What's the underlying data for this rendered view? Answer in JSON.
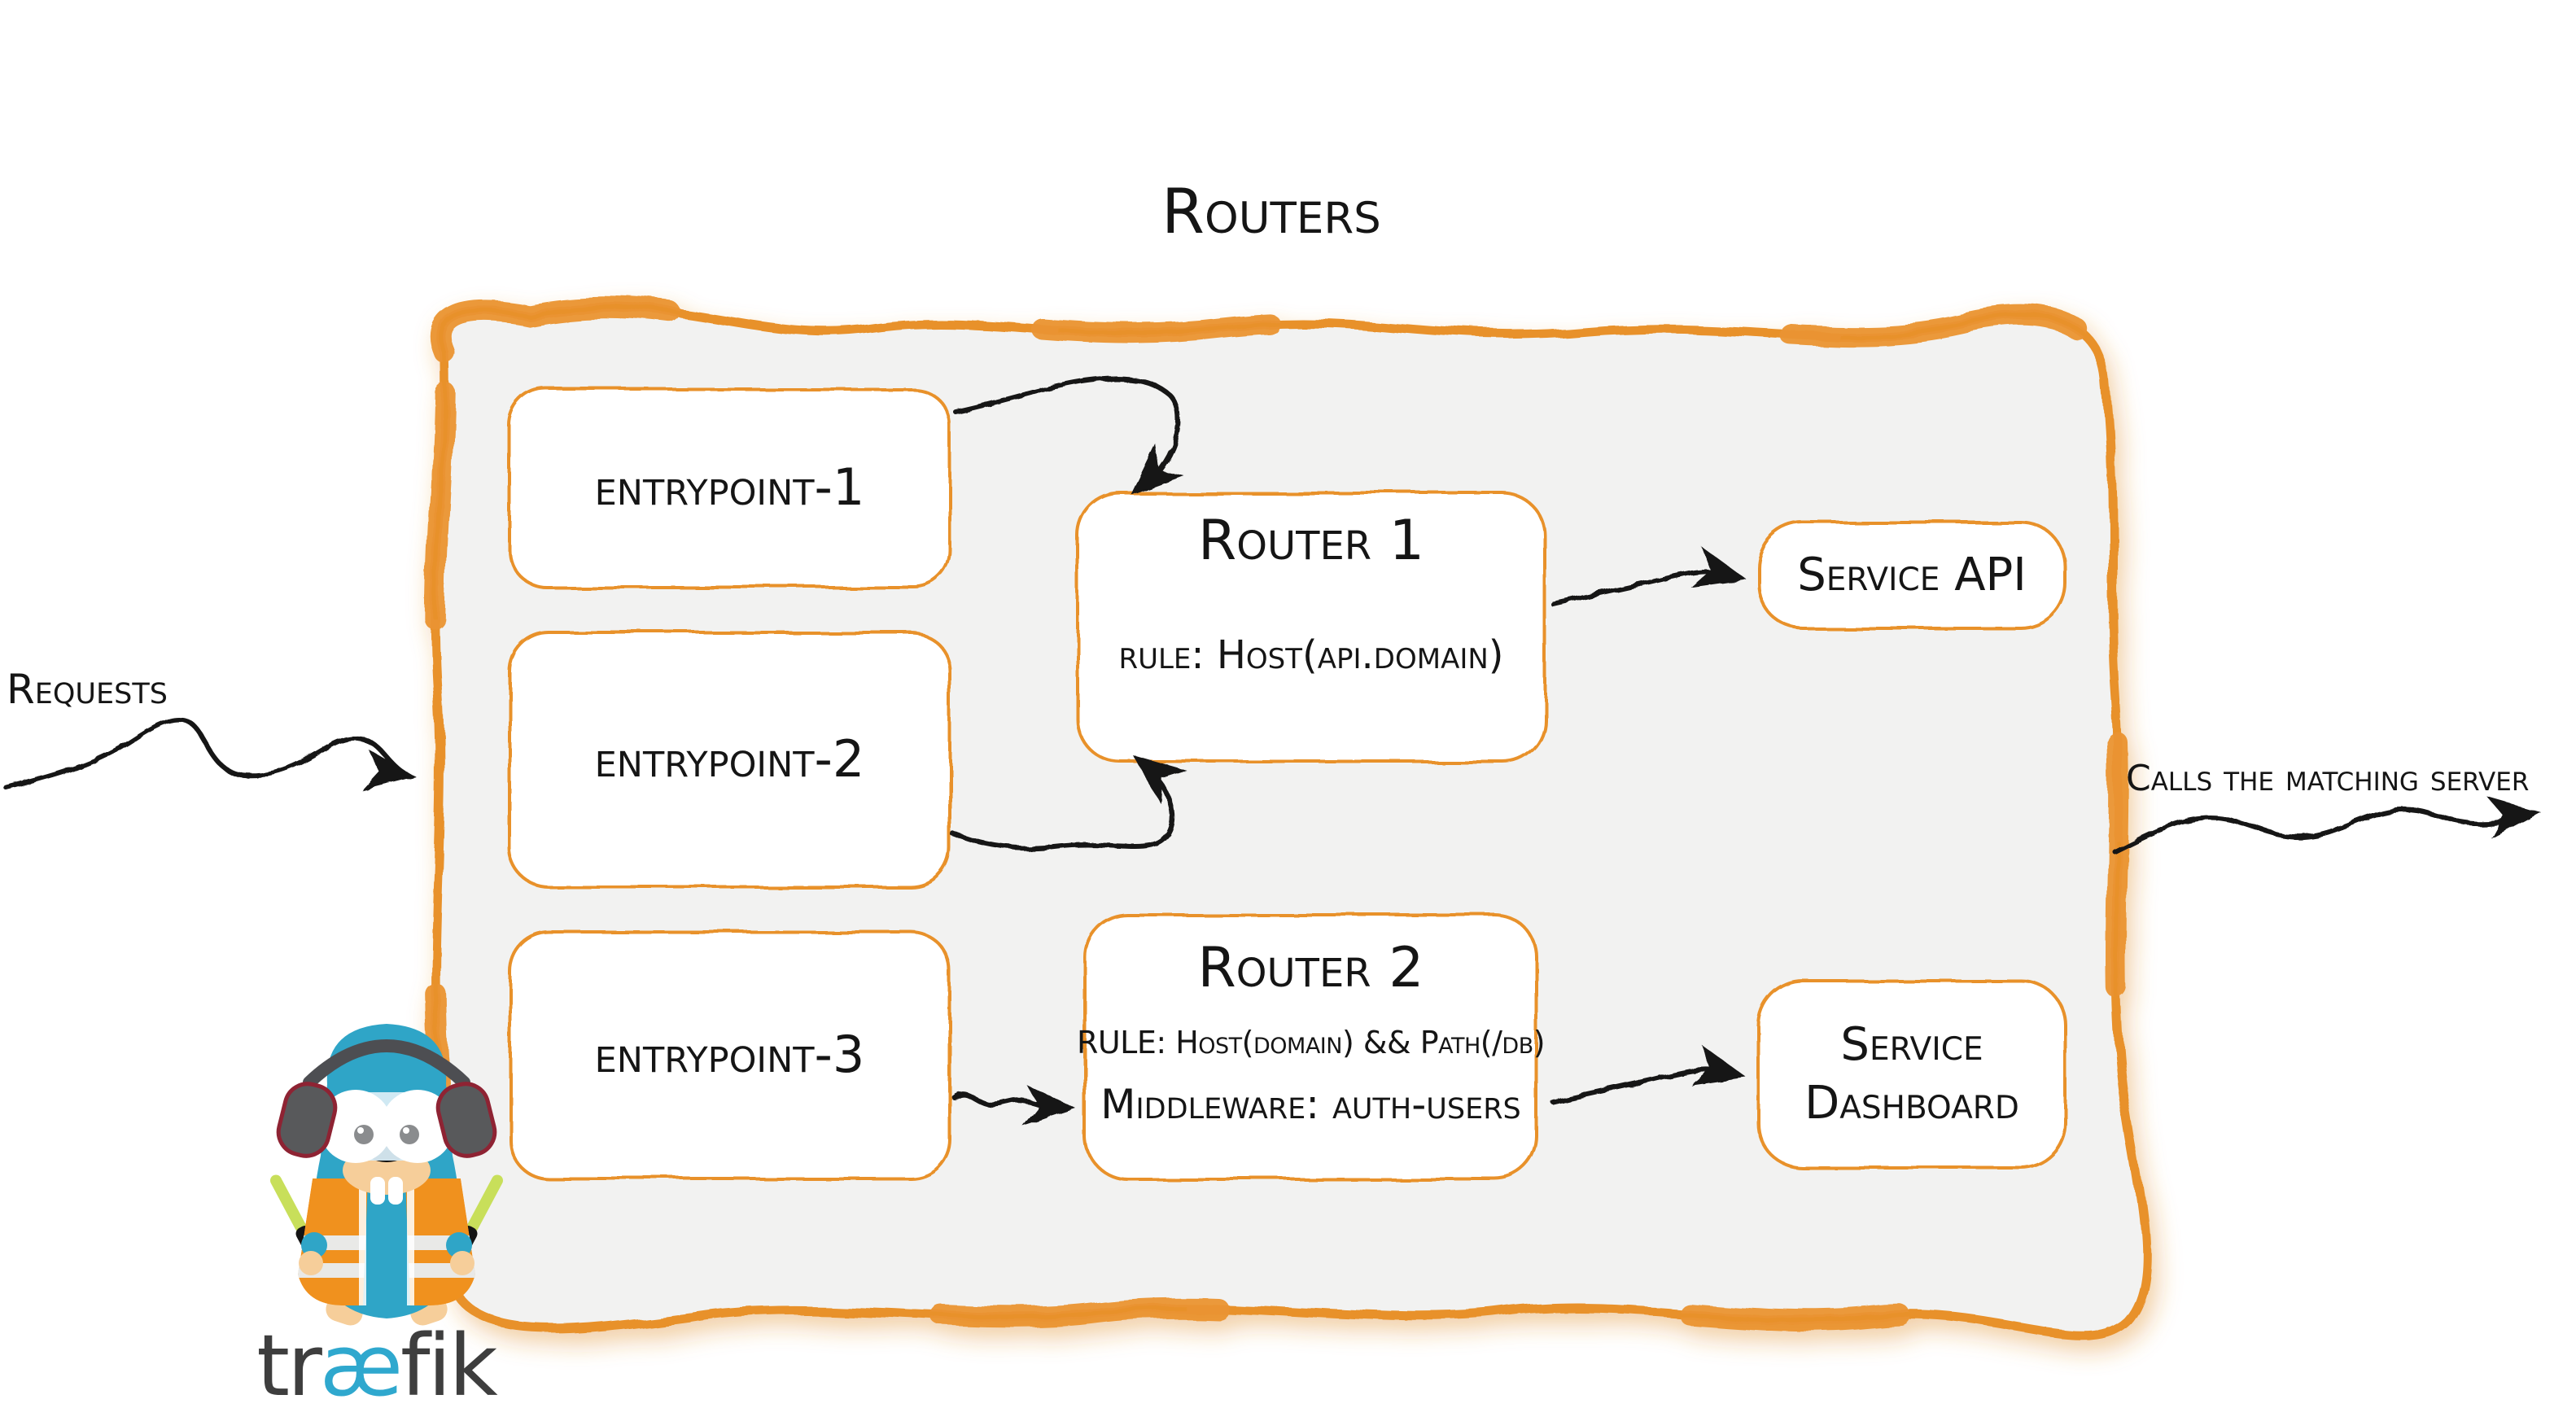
{
  "colors": {
    "accent_orange": "#E8912B",
    "frame_fill": "#F2F2F1",
    "ink": "#161616",
    "traefik_blue": "#2FA5C7",
    "vest_orange": "#F0911E",
    "baton_green": "#C8DF5A",
    "headphone_gray": "#58595B",
    "headphone_red": "#8E2333",
    "wordmark_gray": "#3E3E3E",
    "wordmark_blue": "#2FA8CE"
  },
  "diagram": {
    "title": "Routers",
    "incoming_label": "Requests",
    "outgoing_label": "Calls the matching server",
    "entrypoints": [
      {
        "label": "entrypoint-1"
      },
      {
        "label": "entrypoint-2"
      },
      {
        "label": "entrypoint-3"
      }
    ],
    "routers": [
      {
        "title": "Router 1",
        "rule": "rule: Host(api.domain)"
      },
      {
        "title": "Router 2",
        "rule": "RULE: Host(domain) && Path(/db)",
        "middleware": "Middleware: auth-users"
      }
    ],
    "services": [
      {
        "name": "Service API"
      },
      {
        "name_line1": "Service",
        "name_line2": "Dashboard"
      }
    ],
    "logo": {
      "parts": [
        "tr",
        "æ",
        "fik"
      ]
    }
  }
}
